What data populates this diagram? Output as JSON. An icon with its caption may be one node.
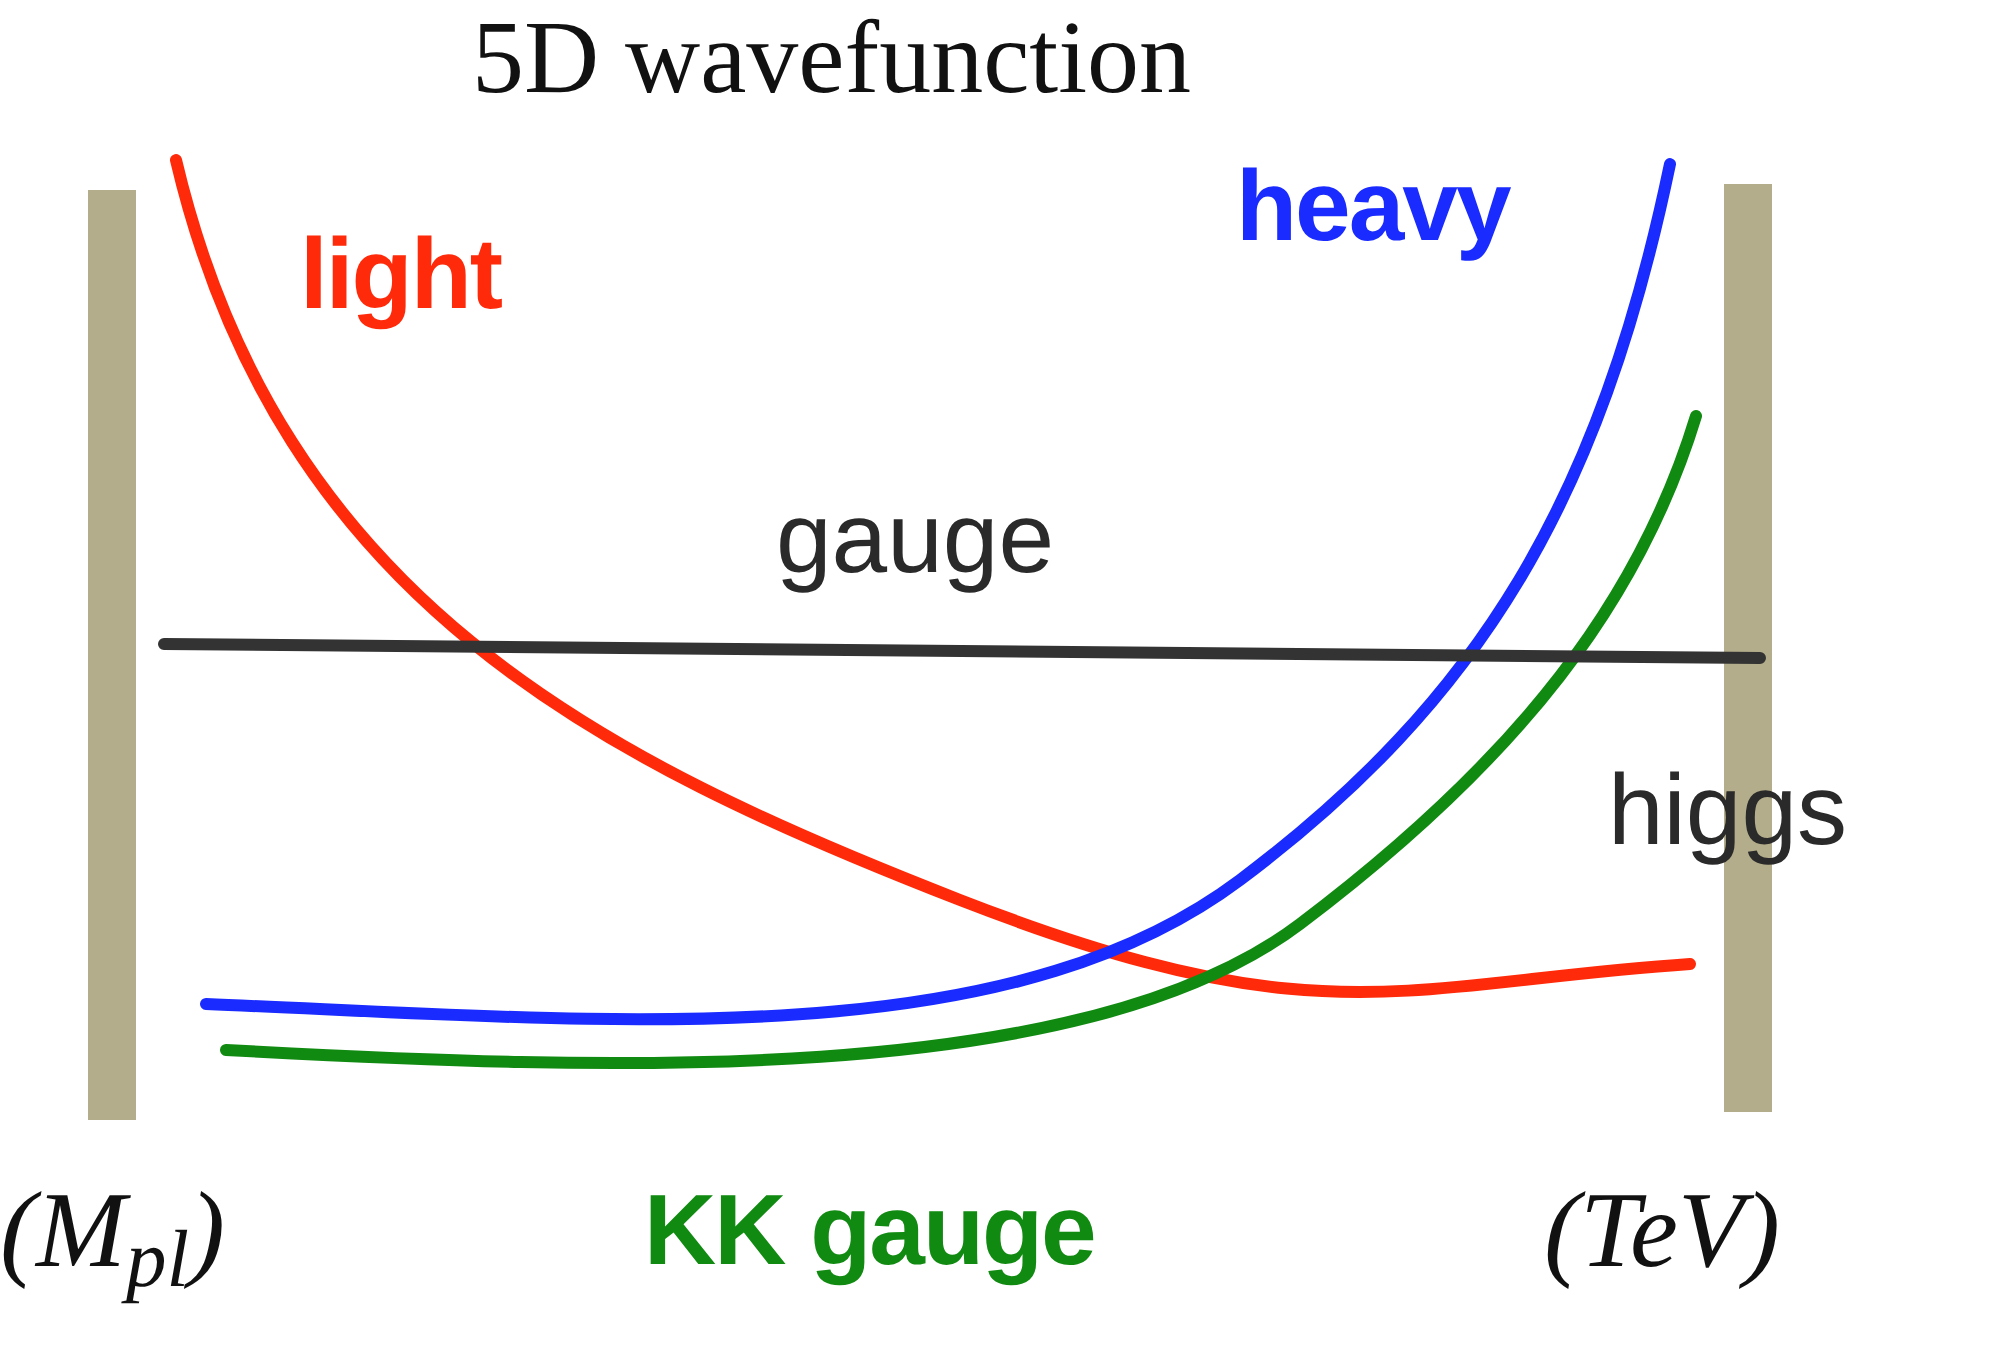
{
  "diagram": {
    "title": "5D wavefunction",
    "labels": [
      "light",
      "heavy",
      "gauge",
      "higgs",
      "(M$_{pl}$)",
      "KK gauge",
      "(TeV)"
    ]
  }
}
